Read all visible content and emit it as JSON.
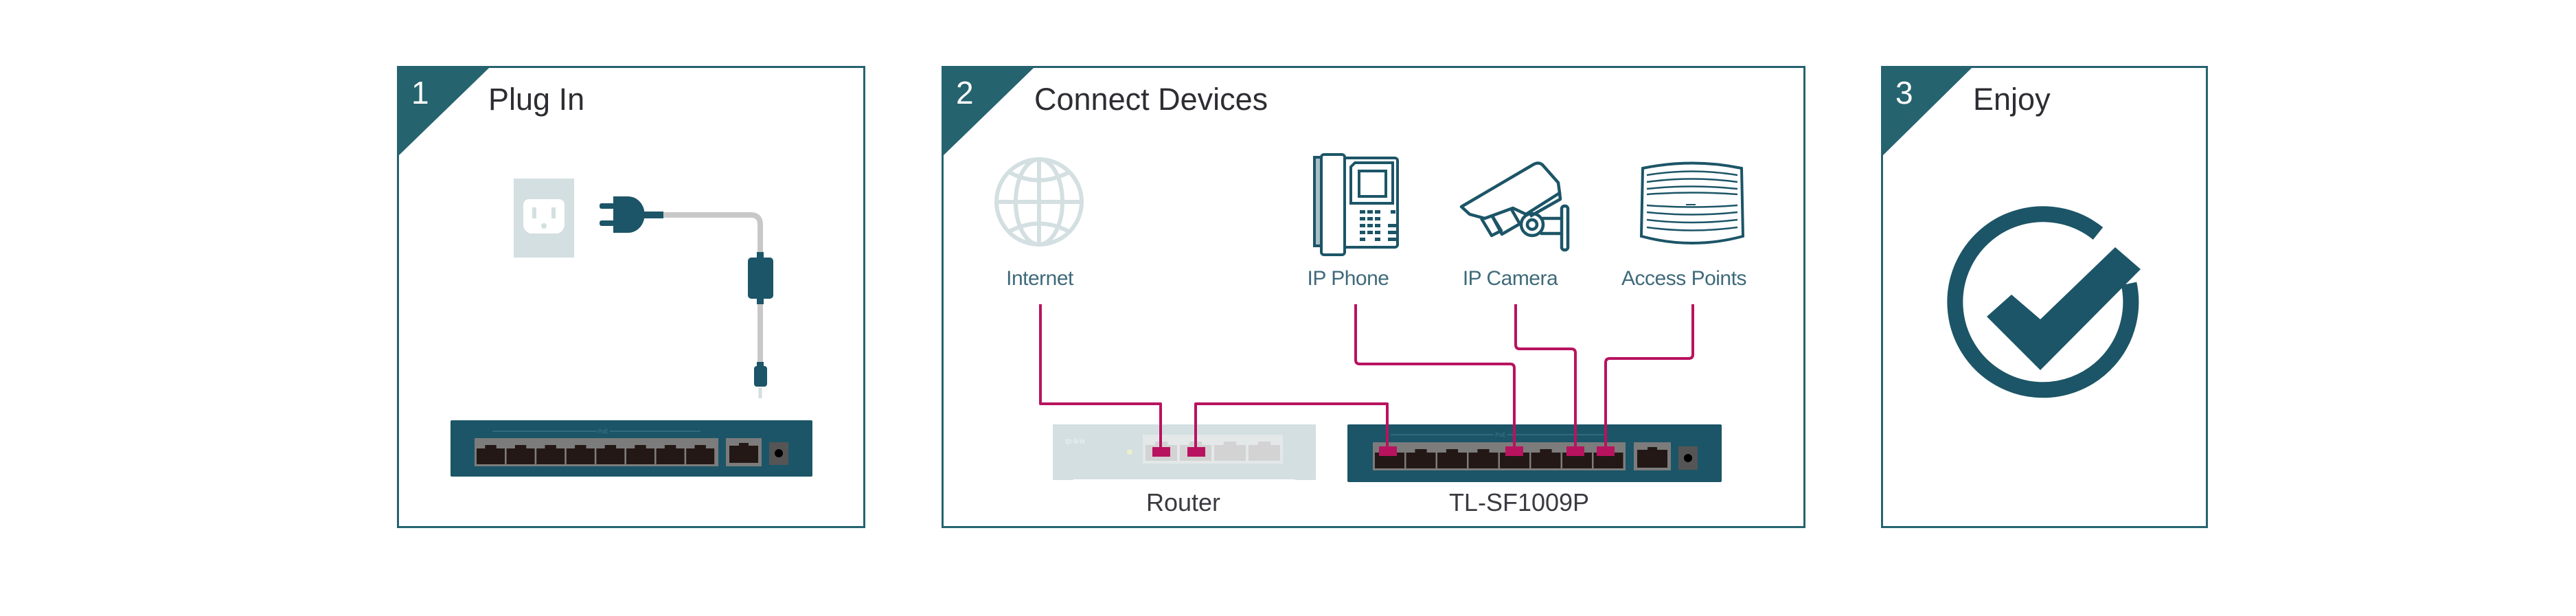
{
  "colors": {
    "brand_teal": "#1c5567",
    "frame_teal": "#25636f",
    "light_gray": "#d3dfe1",
    "cable_magenta": "#b8135f",
    "cable_gray": "#c8c8c8"
  },
  "steps": [
    {
      "number": "1",
      "title": "Plug In",
      "icons": [
        "power-outlet-icon",
        "power-plug-icon",
        "power-adapter-icon",
        "switch-device-icon"
      ],
      "switch": {
        "poe_label": "PoE",
        "poe_ports": 8,
        "uplink_ports": 1
      }
    },
    {
      "number": "2",
      "title": "Connect Devices",
      "devices": [
        {
          "id": "internet",
          "label": "Internet",
          "icon": "globe-icon"
        },
        {
          "id": "ip-phone",
          "label": "IP Phone",
          "icon": "ip-phone-icon"
        },
        {
          "id": "ip-camera",
          "label": "IP Camera",
          "icon": "ip-camera-icon"
        },
        {
          "id": "access-points",
          "label": "Access Points",
          "icon": "access-point-icon"
        }
      ],
      "router": {
        "label": "Router",
        "brand": "tp-link",
        "ports": 4,
        "connected_ports": [
          1,
          2
        ]
      },
      "switch": {
        "label": "TL-SF1009P",
        "poe_label": "PoE",
        "poe_ports": 8,
        "uplink_ports": 1,
        "connected_ports": [
          1,
          5,
          7,
          8
        ]
      },
      "connections": [
        {
          "from": "Internet",
          "to": "Router port 1"
        },
        {
          "from": "Router port 2",
          "to": "TL-SF1009P port 1"
        },
        {
          "from": "IP Phone",
          "to": "TL-SF1009P port 5"
        },
        {
          "from": "IP Camera",
          "to": "TL-SF1009P port 7"
        },
        {
          "from": "Access Points",
          "to": "TL-SF1009P port 8"
        }
      ]
    },
    {
      "number": "3",
      "title": "Enjoy",
      "icon": "check-circle-icon"
    }
  ]
}
